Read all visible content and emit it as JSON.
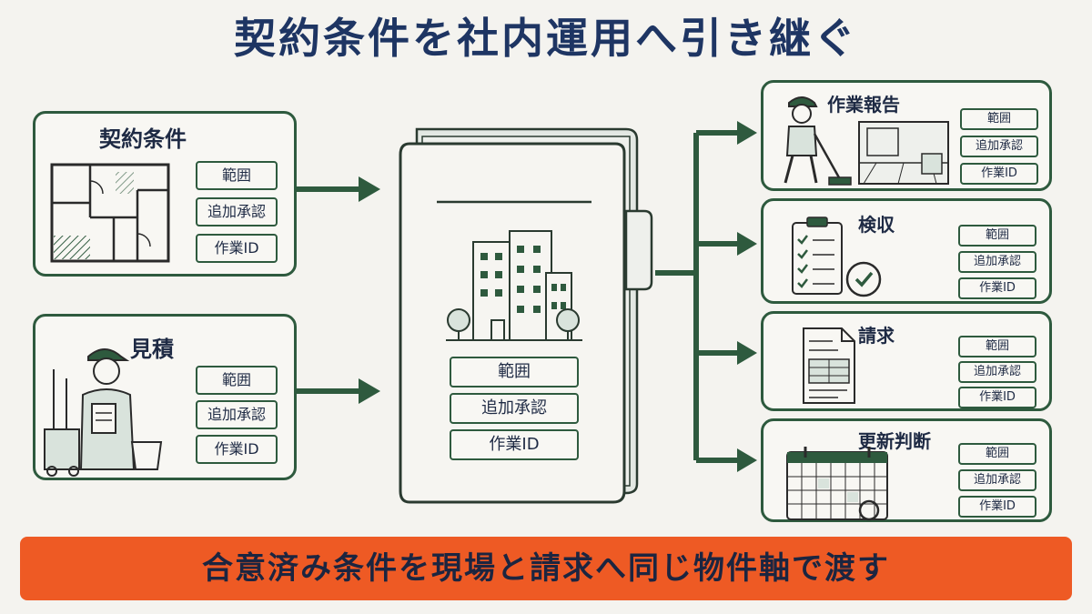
{
  "title": "契約条件を社内運用へ引き継ぐ",
  "sources": [
    {
      "title": "契約条件",
      "tags": [
        "範囲",
        "追加承認",
        "作業ID"
      ]
    },
    {
      "title": "見積",
      "tags": [
        "範囲",
        "追加承認",
        "作業ID"
      ]
    }
  ],
  "hub": {
    "tags": [
      "範囲",
      "追加承認",
      "作業ID"
    ]
  },
  "targets": [
    {
      "title": "作業報告",
      "tags": [
        "範囲",
        "追加承認",
        "作業ID"
      ]
    },
    {
      "title": "検収",
      "tags": [
        "範囲",
        "追加承認",
        "作業ID"
      ]
    },
    {
      "title": "請求",
      "tags": [
        "範囲",
        "追加承認",
        "作業ID"
      ]
    },
    {
      "title": "更新判断",
      "tags": [
        "範囲",
        "追加承認",
        "作業ID"
      ]
    }
  ],
  "banner": "合意済み条件を現場と請求へ同じ物件軸で渡す",
  "colors": {
    "accent_green": "#2e5a3e",
    "title_navy": "#1e3563",
    "banner_orange": "#ee5a24"
  }
}
